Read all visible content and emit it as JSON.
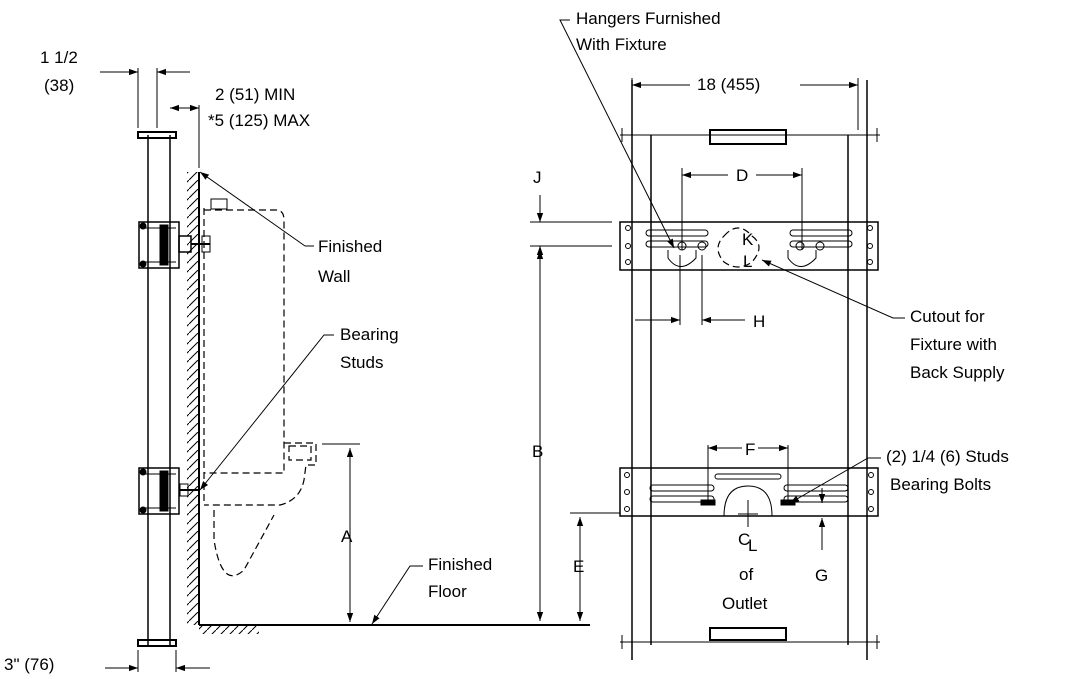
{
  "labels": {
    "dim_1_1_2": "1 1/2",
    "dim_38": "(38)",
    "dim_2_min": "2 (51) MIN",
    "dim_5_max": "*5 (125) MAX",
    "finished_wall_1": "Finished",
    "finished_wall_2": "Wall",
    "bearing_studs_1": "Bearing",
    "bearing_studs_2": "Studs",
    "dim_a": "A",
    "finished_floor_1": "Finished",
    "finished_floor_2": "Floor",
    "dim_3_76": "3\" (76)",
    "hangers_1": "Hangers Furnished",
    "hangers_2": "With Fixture",
    "dim_18": "18 (455)",
    "dim_d": "D",
    "dim_j": "J",
    "dim_k": "K",
    "dim_l": "L",
    "dim_h": "H",
    "cutout_1": "Cutout for",
    "cutout_2": "Fixture with",
    "cutout_3": "Back Supply",
    "dim_b": "B",
    "dim_f": "F",
    "studs_1": "(2) 1/4 (6) Studs",
    "studs_2": "Bearing Bolts",
    "dim_e": "E",
    "dim_g": "G",
    "centerline_c": "C",
    "centerline_l": "L",
    "outlet_1": "of",
    "outlet_2": "Outlet"
  }
}
